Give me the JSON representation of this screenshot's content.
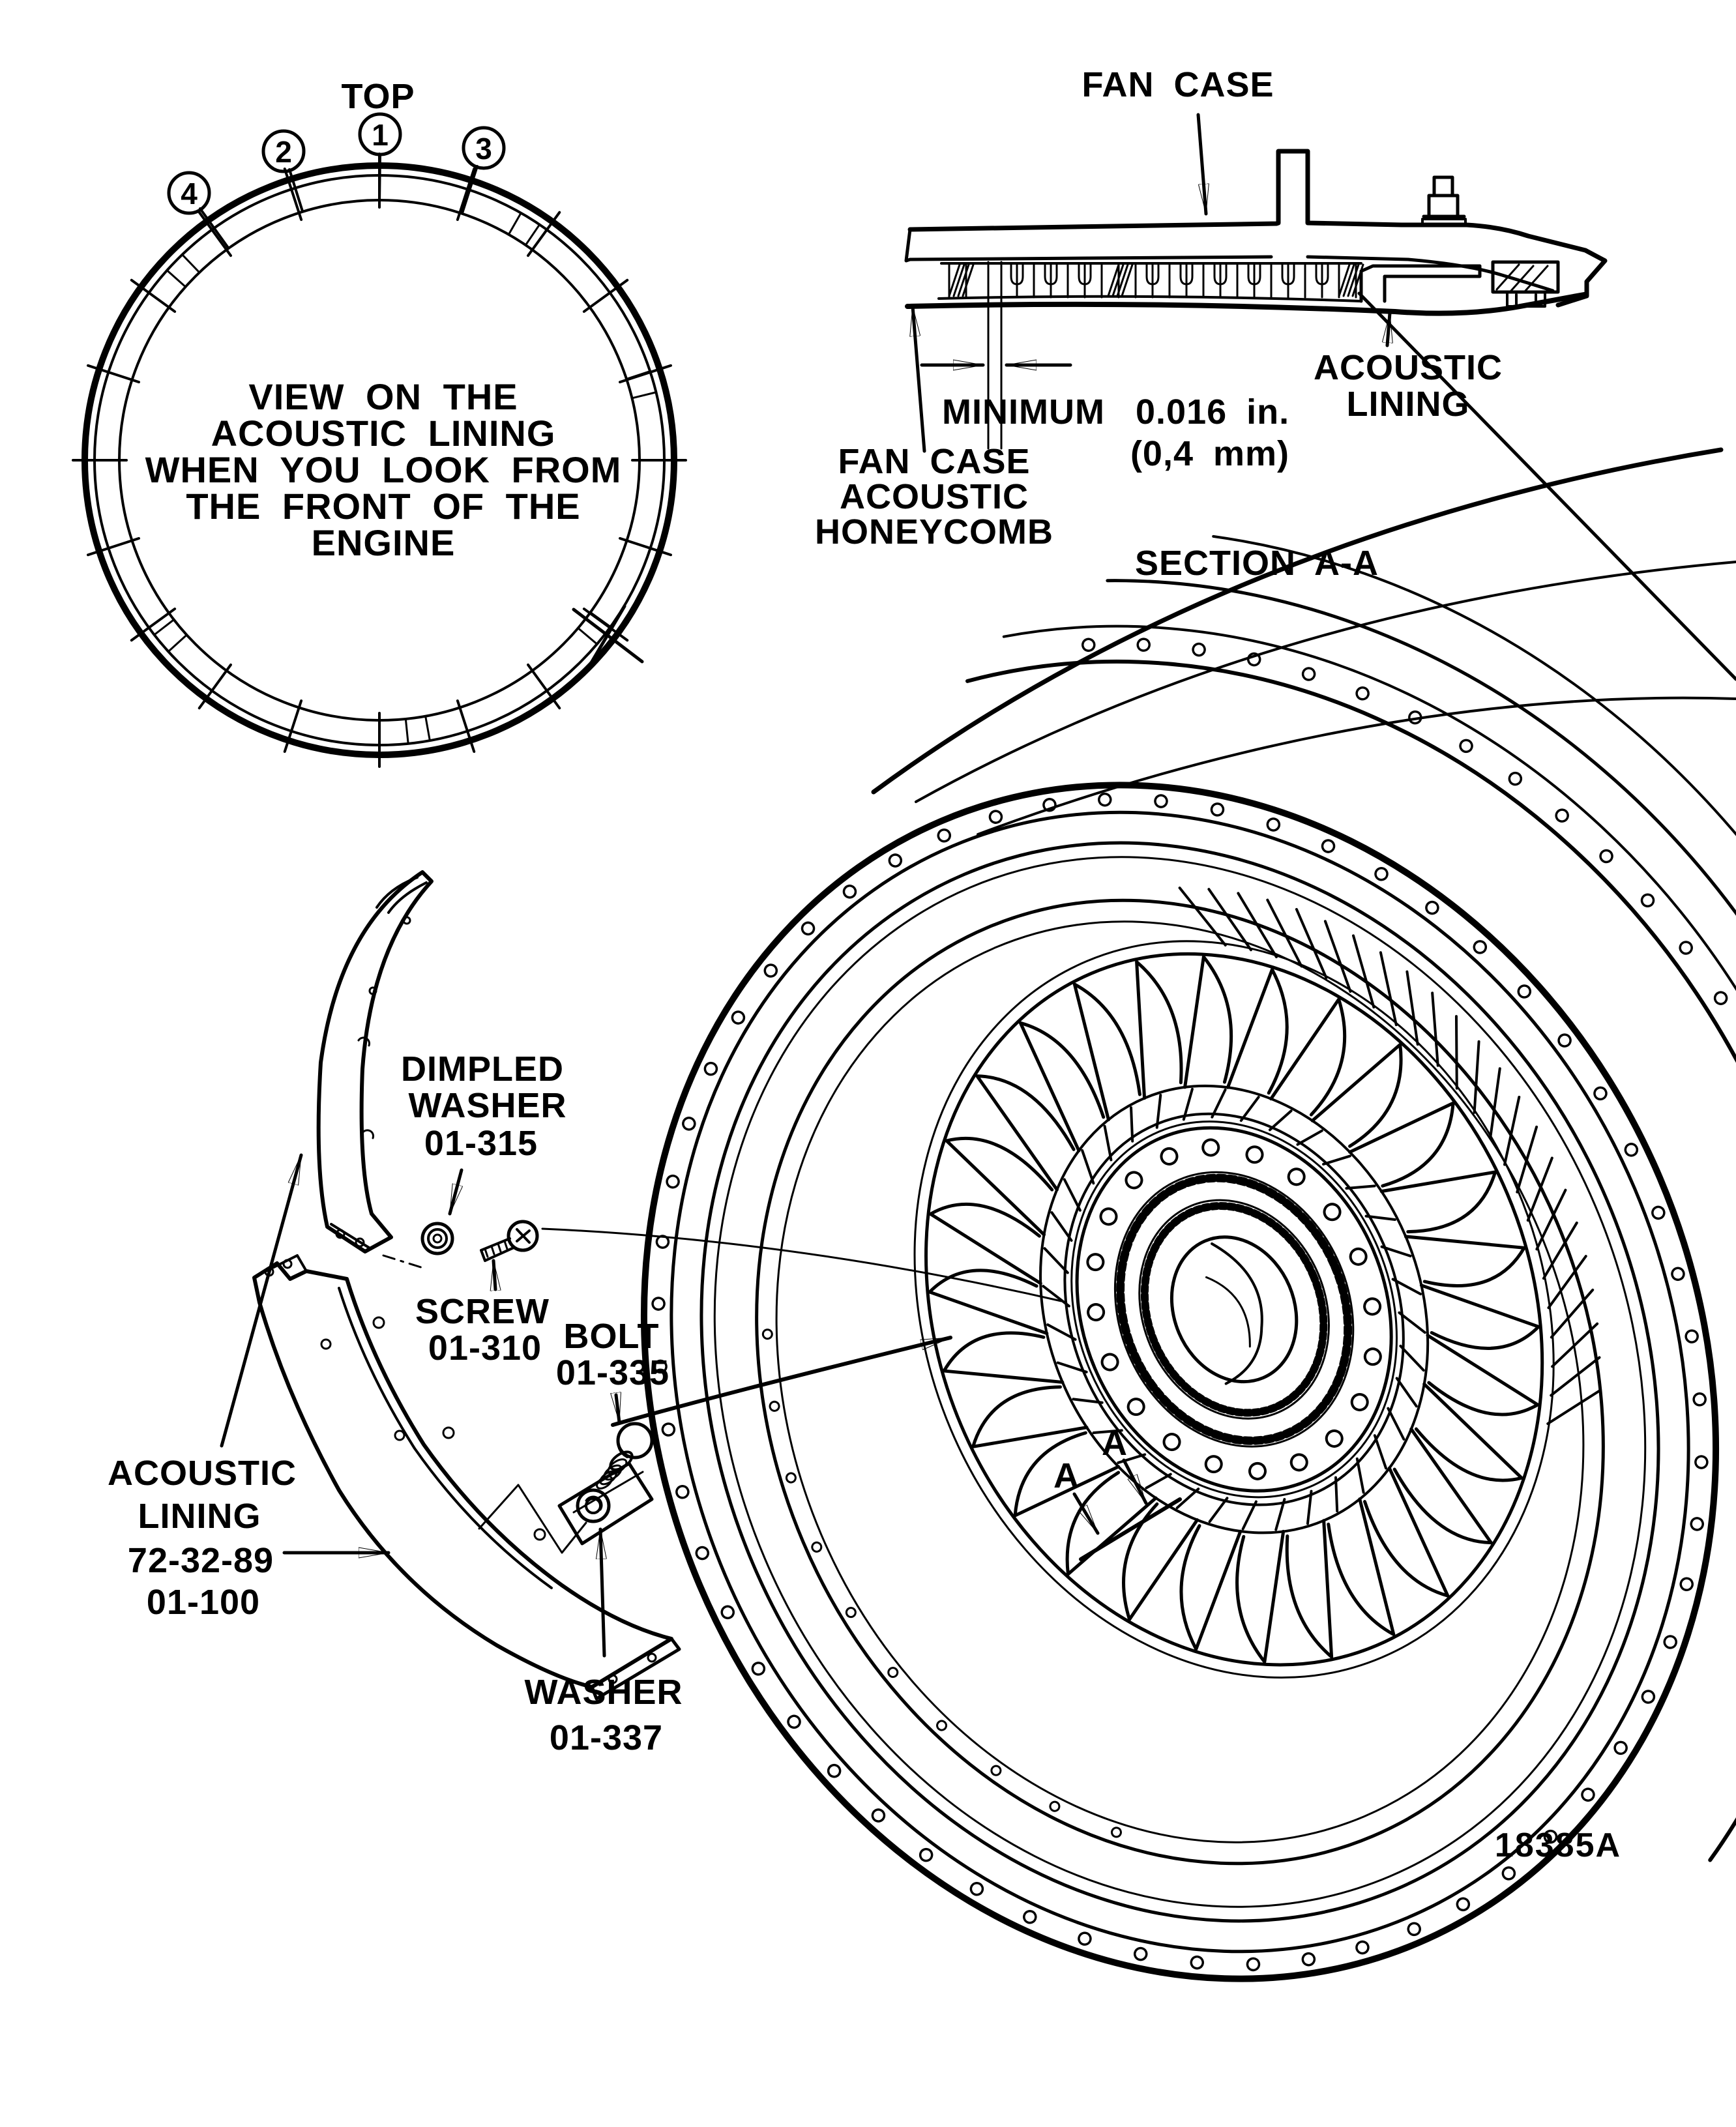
{
  "figure_number": "18385A",
  "colors": {
    "ink": "#000000",
    "paper": "#ffffff"
  },
  "ring_view": {
    "top_label": "TOP",
    "balloons": [
      "1",
      "2",
      "3",
      "4"
    ],
    "center_text_lines": [
      "VIEW ON THE",
      "ACOUSTIC LINING",
      "WHEN YOU LOOK FROM",
      "THE FRONT OF THE",
      "ENGINE"
    ]
  },
  "section_view": {
    "fan_case_label": "FAN CASE",
    "minimum_label": "MINIMUM",
    "minimum_value_in": "0.016 in.",
    "minimum_value_mm": "(0,4 mm)",
    "acoustic_lining_label_lines": [
      "ACOUSTIC",
      "LINING"
    ],
    "honeycomb_label_lines": [
      "FAN CASE",
      "ACOUSTIC",
      "HONEYCOMB"
    ],
    "section_title": "SECTION A-A"
  },
  "exploded_view": {
    "dimpled_washer_label_lines": [
      "DIMPLED",
      "WASHER",
      "01-315"
    ],
    "screw_label_lines": [
      "SCREW",
      "01-310"
    ],
    "bolt_label_lines": [
      "BOLT",
      "01-335"
    ],
    "washer_label_lines": [
      "WASHER",
      "01-337"
    ],
    "acoustic_lining_label_lines": [
      "ACOUSTIC",
      "LINING",
      "72-32-89",
      "01-100"
    ]
  },
  "engine_view": {
    "section_cut_letter": "A"
  }
}
